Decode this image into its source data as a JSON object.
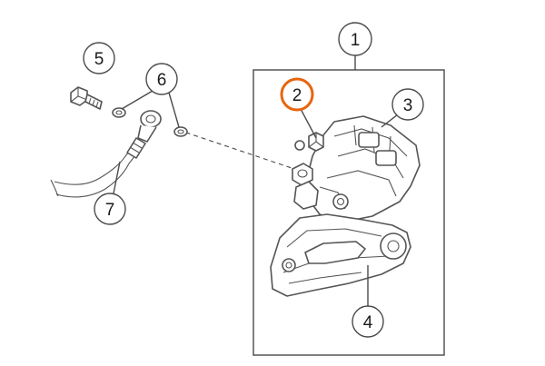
{
  "diagram": {
    "callouts": [
      {
        "id": "callout-1",
        "label": "1"
      },
      {
        "id": "callout-2",
        "label": "2",
        "highlighted": true
      },
      {
        "id": "callout-3",
        "label": "3"
      },
      {
        "id": "callout-4",
        "label": "4"
      },
      {
        "id": "callout-5",
        "label": "5"
      },
      {
        "id": "callout-6",
        "label": "6"
      },
      {
        "id": "callout-7",
        "label": "7"
      }
    ],
    "colors": {
      "line": "#4a4a4a",
      "highlight": "#e8640c",
      "background": "#ffffff"
    }
  }
}
